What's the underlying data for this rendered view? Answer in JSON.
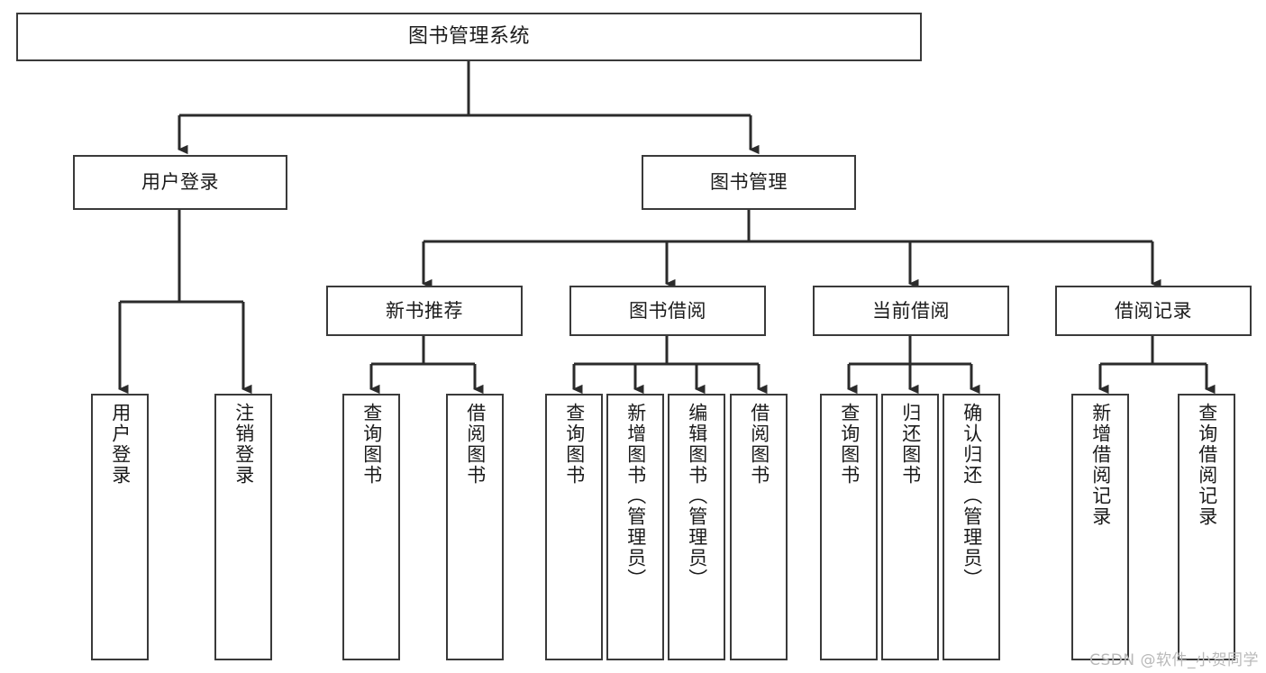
{
  "diagram": {
    "title": "图书管理系统",
    "type": "hierarchy-tree",
    "background_color": "#ffffff",
    "box_border_color": "#3a3a3a",
    "line_color": "#2b2b2b",
    "text_color": "#1b1b1b"
  },
  "root": {
    "label": "图书管理系统"
  },
  "level1": [
    {
      "label": "用户登录"
    },
    {
      "label": "图书管理"
    }
  ],
  "level2": [
    {
      "label": "新书推荐"
    },
    {
      "label": "图书借阅"
    },
    {
      "label": "当前借阅"
    },
    {
      "label": "借阅记录"
    }
  ],
  "leaves": [
    {
      "label": "用户登录",
      "parent": "用户登录"
    },
    {
      "label": "注销登录",
      "parent": "用户登录"
    },
    {
      "label": "查询图书",
      "parent": "新书推荐"
    },
    {
      "label": "借阅图书",
      "parent": "新书推荐"
    },
    {
      "label": "查询图书",
      "parent": "图书借阅"
    },
    {
      "label": "新增图书（管理员）",
      "parent": "图书借阅"
    },
    {
      "label": "编辑图书（管理员）",
      "parent": "图书借阅"
    },
    {
      "label": "借阅图书",
      "parent": "图书借阅"
    },
    {
      "label": "查询图书",
      "parent": "当前借阅"
    },
    {
      "label": "归还图书",
      "parent": "当前借阅"
    },
    {
      "label": "确认归还（管理员）",
      "parent": "当前借阅"
    },
    {
      "label": "新增借阅记录",
      "parent": "借阅记录"
    },
    {
      "label": "查询借阅记录",
      "parent": "借阅记录"
    }
  ],
  "watermark": {
    "text": "CSDN @软件_小贺同学"
  }
}
